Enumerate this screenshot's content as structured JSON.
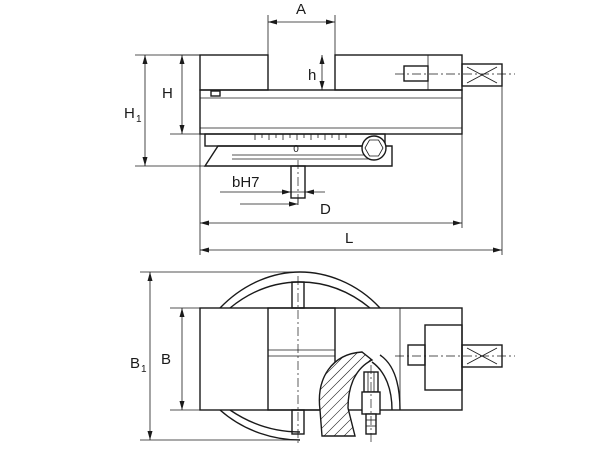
{
  "figure": {
    "description_labels": {
      "A": "A",
      "h": "h",
      "H": "H",
      "H1_main": "H",
      "H1_sub": "1",
      "bH7": "bH7",
      "D": "D",
      "L": "L",
      "B": "B",
      "B1_main": "B",
      "B1_sub": "1",
      "scale_zero": "0"
    }
  }
}
